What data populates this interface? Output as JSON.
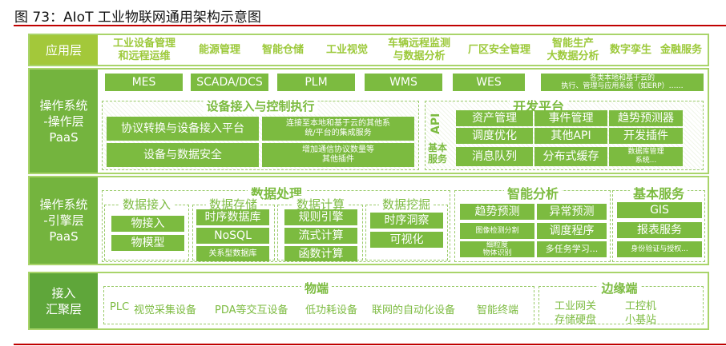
{
  "title": "图 73：AIoT 工业物联网通用架构示意图",
  "colors": {
    "red": "#c00000",
    "lime": "#a3c83a",
    "green": "#74b43e",
    "dark_green": "#5fa63a",
    "box": "#7cbb40"
  },
  "app_layer": {
    "label": "应用层",
    "items": [
      "工业设备管理\n和远程运维",
      "能源管理",
      "智能仓储",
      "工业视觉",
      "车辆远程监测\n与数据分析",
      "厂区安全管理",
      "智能生产\n大数据分析",
      "数字孪生",
      "金融服务"
    ]
  },
  "ops_layer": {
    "label": "操作系统\n-操作层\nPaaS",
    "systems": [
      "MES",
      "SCADA/DCS",
      "PLM",
      "WMS",
      "WES",
      "各类本地和基于云的\n执行、管理与应用系统（如ERP）……"
    ],
    "device": {
      "heading": "设备接入与控制执行",
      "items": [
        "协议转换与设备接入平台",
        "连接至本地和基于云的其他系\n统/平台的集成服务",
        "设备与数据安全",
        "增加通信协议数量等\n其他插件"
      ]
    },
    "dev": {
      "heading": "开发平台",
      "api_label": "API",
      "basic_label": "基本\n服务",
      "api_items": [
        "资产管理",
        "事件管理",
        "趋势预测器",
        "调度优化",
        "其他API",
        "开发插件"
      ],
      "basic_items": [
        "消息队列",
        "分布式缓存",
        "数据库管理\n系统..."
      ]
    }
  },
  "engine_layer": {
    "label": "操作系统\n-引擎层\nPaaS",
    "data": {
      "heading": "数据处理",
      "groups": [
        {
          "heading": "数据接入",
          "items": [
            "物接入",
            "物模型"
          ]
        },
        {
          "heading": "数据存储",
          "items": [
            "时序数据库",
            "NoSQL",
            "关系型数据库"
          ]
        },
        {
          "heading": "数据计算",
          "items": [
            "规则引擎",
            "流式计算",
            "函数计算"
          ]
        },
        {
          "heading": "数据挖掘",
          "items": [
            "时序洞察",
            "可视化"
          ]
        }
      ]
    },
    "ai": {
      "heading": "智能分析",
      "items": [
        "趋势预测",
        "异常预测",
        "图像检测分割",
        "调度程序",
        "细粒度\n物体识别",
        "多任务学习..."
      ]
    },
    "basic": {
      "heading": "基本服务",
      "items": [
        "GIS",
        "报表服务",
        "身份验证与授权..."
      ]
    }
  },
  "access_layer": {
    "label": "接入\n汇聚层",
    "things": {
      "heading": "物端",
      "items": [
        "PLC",
        "视觉采集设备",
        "PDA等交互设备",
        "低功耗设备",
        "联网的自动化设备",
        "智能终端"
      ]
    },
    "edge": {
      "heading": "边缘端",
      "items": [
        "工业网关",
        "工控机",
        "存储硬盘",
        "小基站"
      ]
    }
  }
}
